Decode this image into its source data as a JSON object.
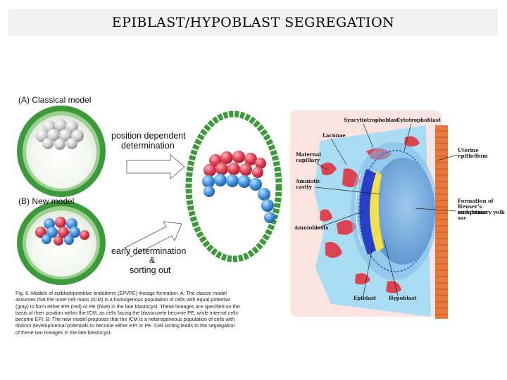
{
  "title": "EPIBLAST/HYPOBLAST SEGREGATION",
  "left_figure": {
    "model_a_label": "(A) Classical model",
    "model_b_label": "(B) New model",
    "position_dependent": "position dependent",
    "determination": "determination",
    "early_determination": "early determination",
    "ampersand": "&",
    "sorting_out": "sorting out",
    "caption_lines": [
      "Fig. 6. Models of epiblast/primitive endoderm (EPI/PE) lineage formation. A: The classic model",
      "assumes that the inner cell mass (ICM) is a homogenous population of cells with equal potential",
      "(gray) to form either EPI (red) or PE (blue) in the late blastocyst. These lineages are specified on the",
      "basis of their position within the ICM, as cells facing the blastocoele become PE, while internal cells",
      "become EPI. B: The new model proposes that the ICM is a heterogeneous population of cells with",
      "distinct developmental potentials to become either EPI or PE. Cell sorting leads to the segregation",
      "of these two lineages in the late blastocyst."
    ]
  },
  "right_figure": {
    "labels": {
      "syncytiotrophoblast": "Syncytiotrophoblast",
      "cytotrophoblast": "Cytotrophoblast",
      "lacunae": "Lacunae",
      "maternal_capillary_1": "Maternal",
      "maternal_capillary_2": "capillary",
      "uterine_epithelium_1": "Uterine",
      "uterine_epithelium_2": "epithelium",
      "amniotic_cavity_1": "Amniotic",
      "amniotic_cavity_2": "cavity",
      "formation_1": "Formation of",
      "formation_2": "Heuser's membrane",
      "formation_3": "and primary yolk sac",
      "amnioblasts": "Amnioblasts",
      "epiblast": "Epiblast",
      "hypoblast": "Hypoblast"
    }
  },
  "colors": {
    "green_zona": "#3c9a3a",
    "icm_gray": "#c8c8c8",
    "epi_red": "#d9374a",
    "pe_blue": "#3f8fdc",
    "tissue_bg": "#a9dcf2",
    "maternal_blood": "#d94450",
    "epiblast_dark_blue": "#2a3fc8",
    "hypoblast_yellow": "#f2e14a",
    "uterine_orange": "#e8793a"
  }
}
